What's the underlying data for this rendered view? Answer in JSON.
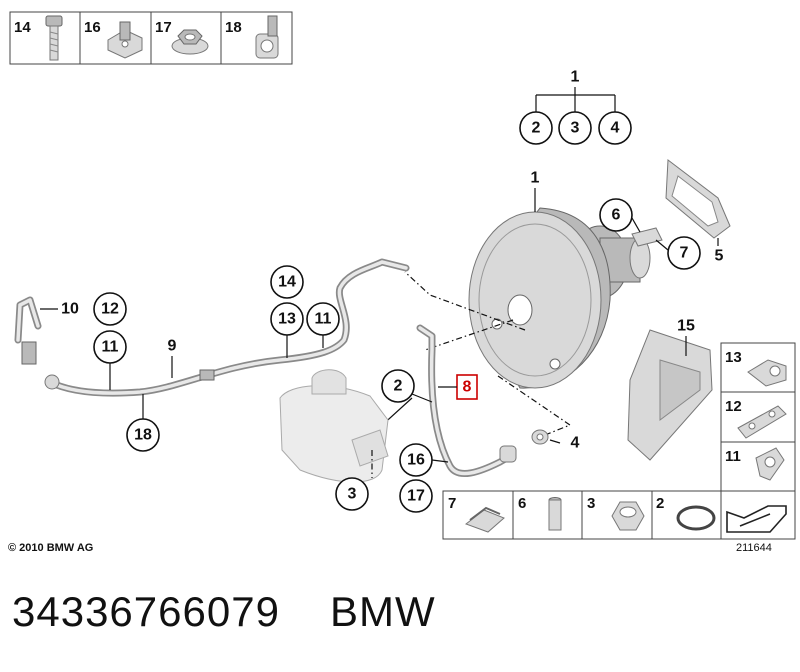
{
  "header_parts": [
    {
      "num": "14",
      "icon": "bolt-icon"
    },
    {
      "num": "16",
      "icon": "bracket-clip-icon"
    },
    {
      "num": "17",
      "icon": "flange-nut-icon"
    },
    {
      "num": "18",
      "icon": "hose-holder-icon"
    }
  ],
  "callouts": {
    "c1_top": "1",
    "c2_tree": "2",
    "c3_tree": "3",
    "c4_tree": "4",
    "c1_booster": "1",
    "c6": "6",
    "c7": "7",
    "c5": "5",
    "c15": "15",
    "c14_hose": "14",
    "c13_hose": "13",
    "c11_hose_a": "11",
    "c10": "10",
    "c12_left": "12",
    "c11_left": "11",
    "c9": "9",
    "c18": "18",
    "c2_main": "2",
    "c8": "8",
    "c3_main": "3",
    "c16": "16",
    "c17": "17",
    "c4_main": "4"
  },
  "side_parts": [
    {
      "num": "13",
      "icon": "hose-holder-side-icon"
    },
    {
      "num": "12",
      "icon": "retaining-plate-icon"
    },
    {
      "num": "11",
      "icon": "hose-clip-icon"
    }
  ],
  "bottom_parts": [
    {
      "num": "7",
      "icon": "spring-clip-icon"
    },
    {
      "num": "6",
      "icon": "pin-icon"
    },
    {
      "num": "3",
      "icon": "hex-nut-icon"
    },
    {
      "num": "2",
      "icon": "o-ring-icon"
    },
    {
      "num": "",
      "icon": "arrow-wedge-icon"
    }
  ],
  "copyright": "© 2010 BMW AG",
  "diagram_ref": "211644",
  "footer": {
    "part_number": "34336766079",
    "brand": "BMW"
  },
  "colors": {
    "highlight": "#cc0000",
    "line": "#111111",
    "part_grey": "#d9d9d9"
  }
}
